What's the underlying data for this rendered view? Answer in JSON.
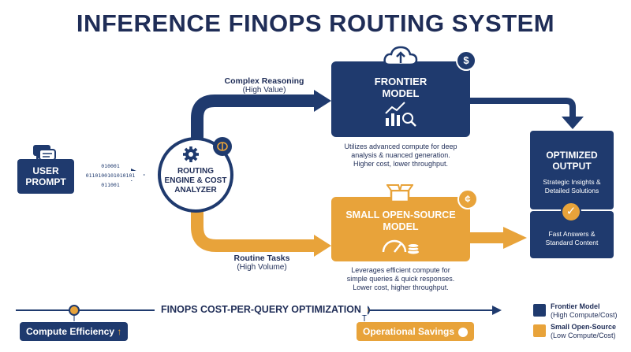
{
  "title": "INFERENCE FINOPS ROUTING SYSTEM",
  "user_prompt": {
    "line1": "USER",
    "line2": "PROMPT"
  },
  "binary": {
    "line1": "010001",
    "line2": "0110100101010101",
    "line3": "011001"
  },
  "router": {
    "line1": "ROUTING",
    "line2": "ENGINE & COST",
    "line3": "ANALYZER"
  },
  "upper_route": {
    "label": "Complex Reasoning",
    "sub": "(High Value)"
  },
  "lower_route": {
    "label": "Routine Tasks",
    "sub": "(High Volume)"
  },
  "frontier": {
    "line1": "FRONTIER",
    "line2": "MODEL",
    "badge": "$",
    "desc1": "Utilizes advanced compute for deep",
    "desc2": "analysis & nuanced generation.",
    "desc3": "Higher cost, lower throughput."
  },
  "small": {
    "line1": "SMALL OPEN-SOURCE",
    "line2": "MODEL",
    "badge": "¢",
    "desc1": "Leverages efficient compute for",
    "desc2": "simple queries & quick responses.",
    "desc3": "Lower cost, higher throughput."
  },
  "output": {
    "line1": "OPTIMIZED",
    "line2": "OUTPUT",
    "top1": "Strategic Insights &",
    "top2": "Detailed Solutions",
    "bottom1": "Fast Answers &",
    "bottom2": "Standard Content"
  },
  "axis": {
    "label": "FINOPS COST-PER-QUERY OPTIMIZATION"
  },
  "compute_efficiency": "Compute Efficiency",
  "operational_savings": "Operational Savings",
  "legend": [
    {
      "title": "Frontier Model",
      "sub": "(High Compute/Cost)",
      "color": "#1f3a6e"
    },
    {
      "title": "Small Open-Source",
      "sub": "(Low Compute/Cost)",
      "color": "#e8a33a"
    }
  ],
  "colors": {
    "navy": "#1f3a6e",
    "orange": "#e8a33a"
  }
}
